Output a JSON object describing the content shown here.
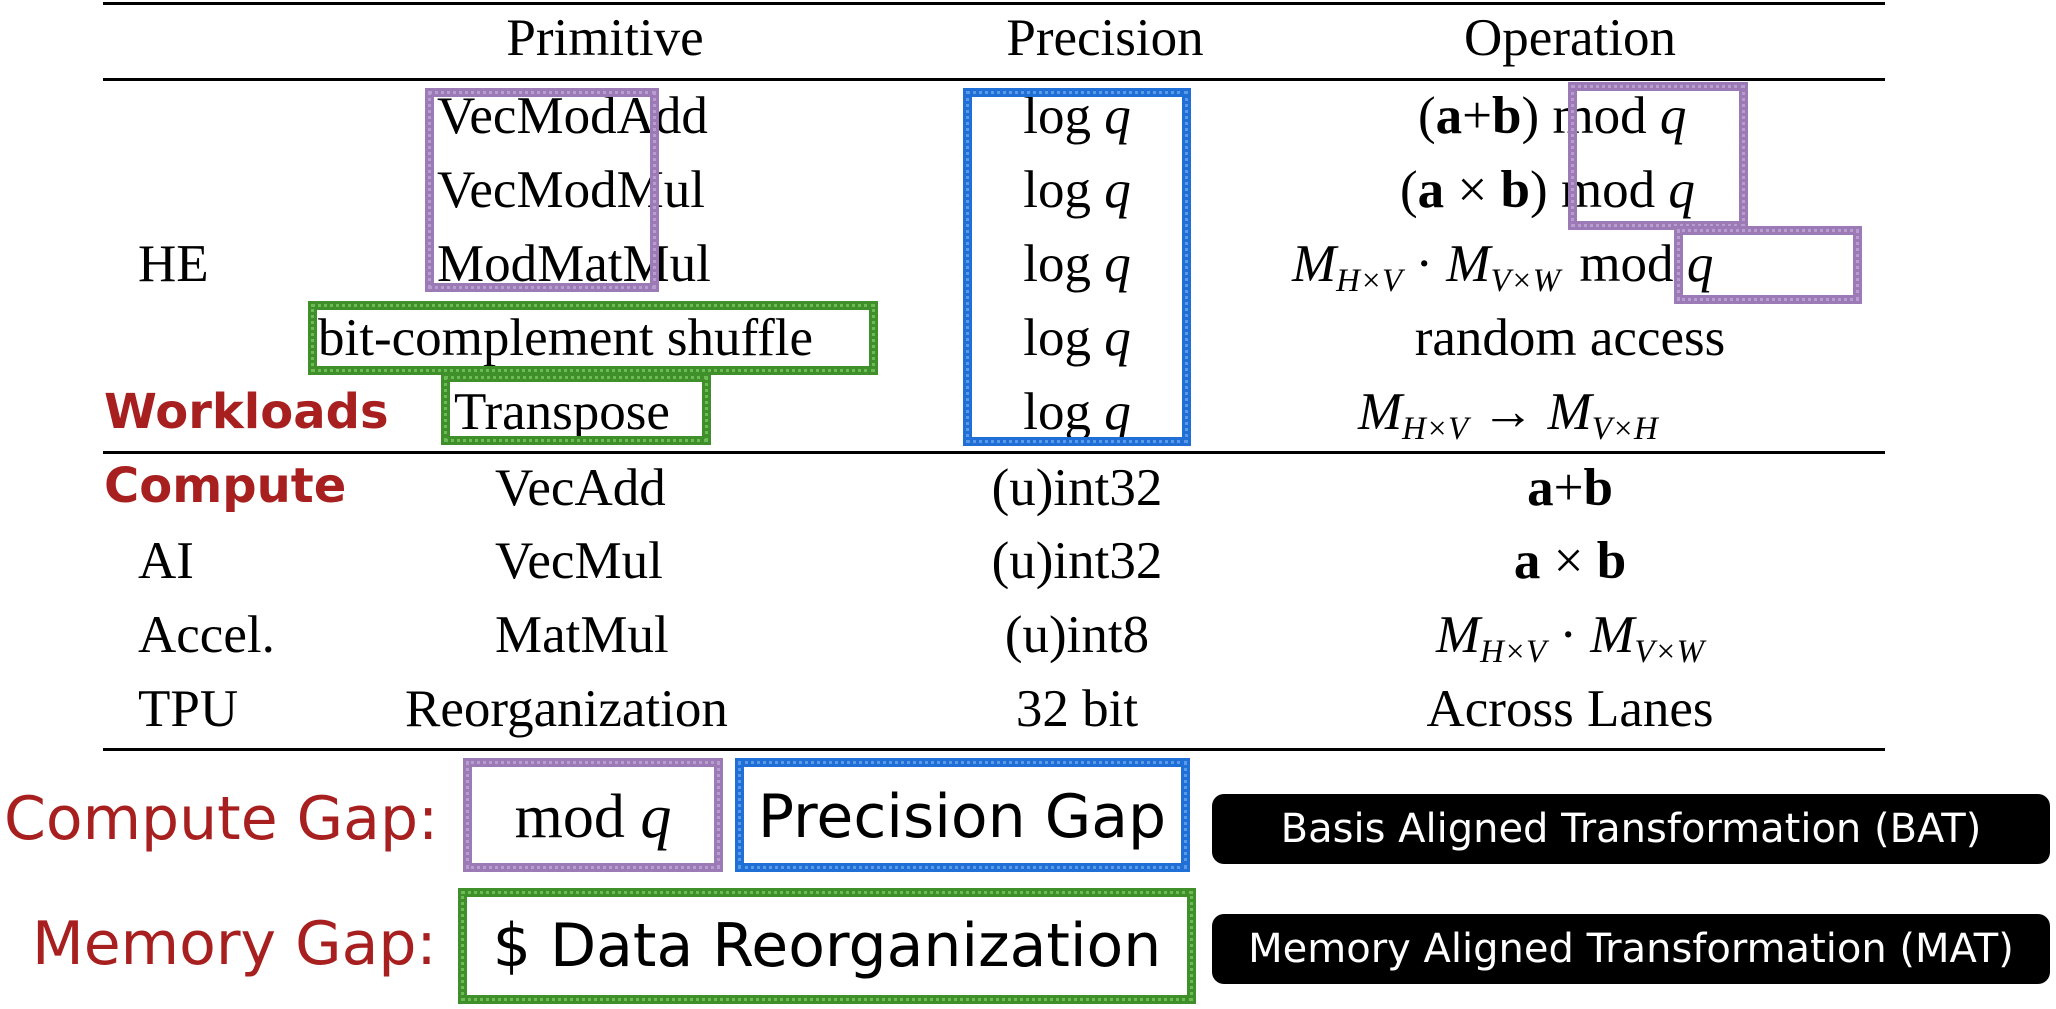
{
  "table": {
    "headers": {
      "primitive": "Primitive",
      "precision": "Precision",
      "operation": "Operation"
    },
    "left_labels": {
      "he": "HE",
      "workloads": "Workloads",
      "compute": "Compute",
      "ai": "AI",
      "accel": "Accel.",
      "tpu": "TPU"
    },
    "he_rows": [
      {
        "primitive": "VecModAdd",
        "precision_log": "log",
        "precision_q": "q",
        "op_a": "a",
        "op_plus": "+",
        "op_b": "b",
        "op_mod": "mod",
        "op_q": "q"
      },
      {
        "primitive": "VecModMul",
        "precision_log": "log",
        "precision_q": "q",
        "op_a": "a",
        "op_times": "×",
        "op_b": "b",
        "op_mod": "mod",
        "op_q": "q"
      },
      {
        "primitive": "ModMatMul",
        "precision_log": "log",
        "precision_q": "q",
        "op_m1": "M",
        "op_s1": "H×V",
        "op_dot": "·",
        "op_m2": "M",
        "op_s2": "V×W",
        "op_mod": "mod",
        "op_q": "q"
      },
      {
        "primitive": "bit-complement shuffle",
        "precision_log": "log",
        "precision_q": "q",
        "op": "random access"
      },
      {
        "primitive": "Transpose",
        "precision_log": "log",
        "precision_q": "q",
        "op_m1": "M",
        "op_s1": "H×V",
        "op_arrow": "→",
        "op_m2": "M",
        "op_s2": "V×H"
      }
    ],
    "ai_rows": [
      {
        "primitive": "VecAdd",
        "precision": "(u)int32",
        "op_a": "a",
        "op_plus": "+",
        "op_b": "b"
      },
      {
        "primitive": "VecMul",
        "precision": "(u)int32",
        "op_a": "a",
        "op_times": "×",
        "op_b": "b"
      },
      {
        "primitive": "MatMul",
        "precision": "(u)int8",
        "op_m1": "M",
        "op_s1": "H×V",
        "op_dot": "·",
        "op_m2": "M",
        "op_s2": "V×W"
      },
      {
        "primitive": "Reorganization",
        "precision": "32 bit",
        "op": "Across Lanes"
      }
    ]
  },
  "gaps": {
    "compute_label": "Compute Gap:",
    "compute_mod": "mod",
    "compute_q": "q",
    "precision_gap": "Precision Gap",
    "bat": "Basis Aligned Transformation (BAT)",
    "memory_label": "Memory Gap:",
    "memory_text": "$ Data Reorganization",
    "mat": "Memory Aligned Transformation (MAT)"
  },
  "colors": {
    "purple": "#9b7ab6",
    "blue": "#1f6fd6",
    "green": "#3f8f2b",
    "red": "#a71f1f"
  }
}
